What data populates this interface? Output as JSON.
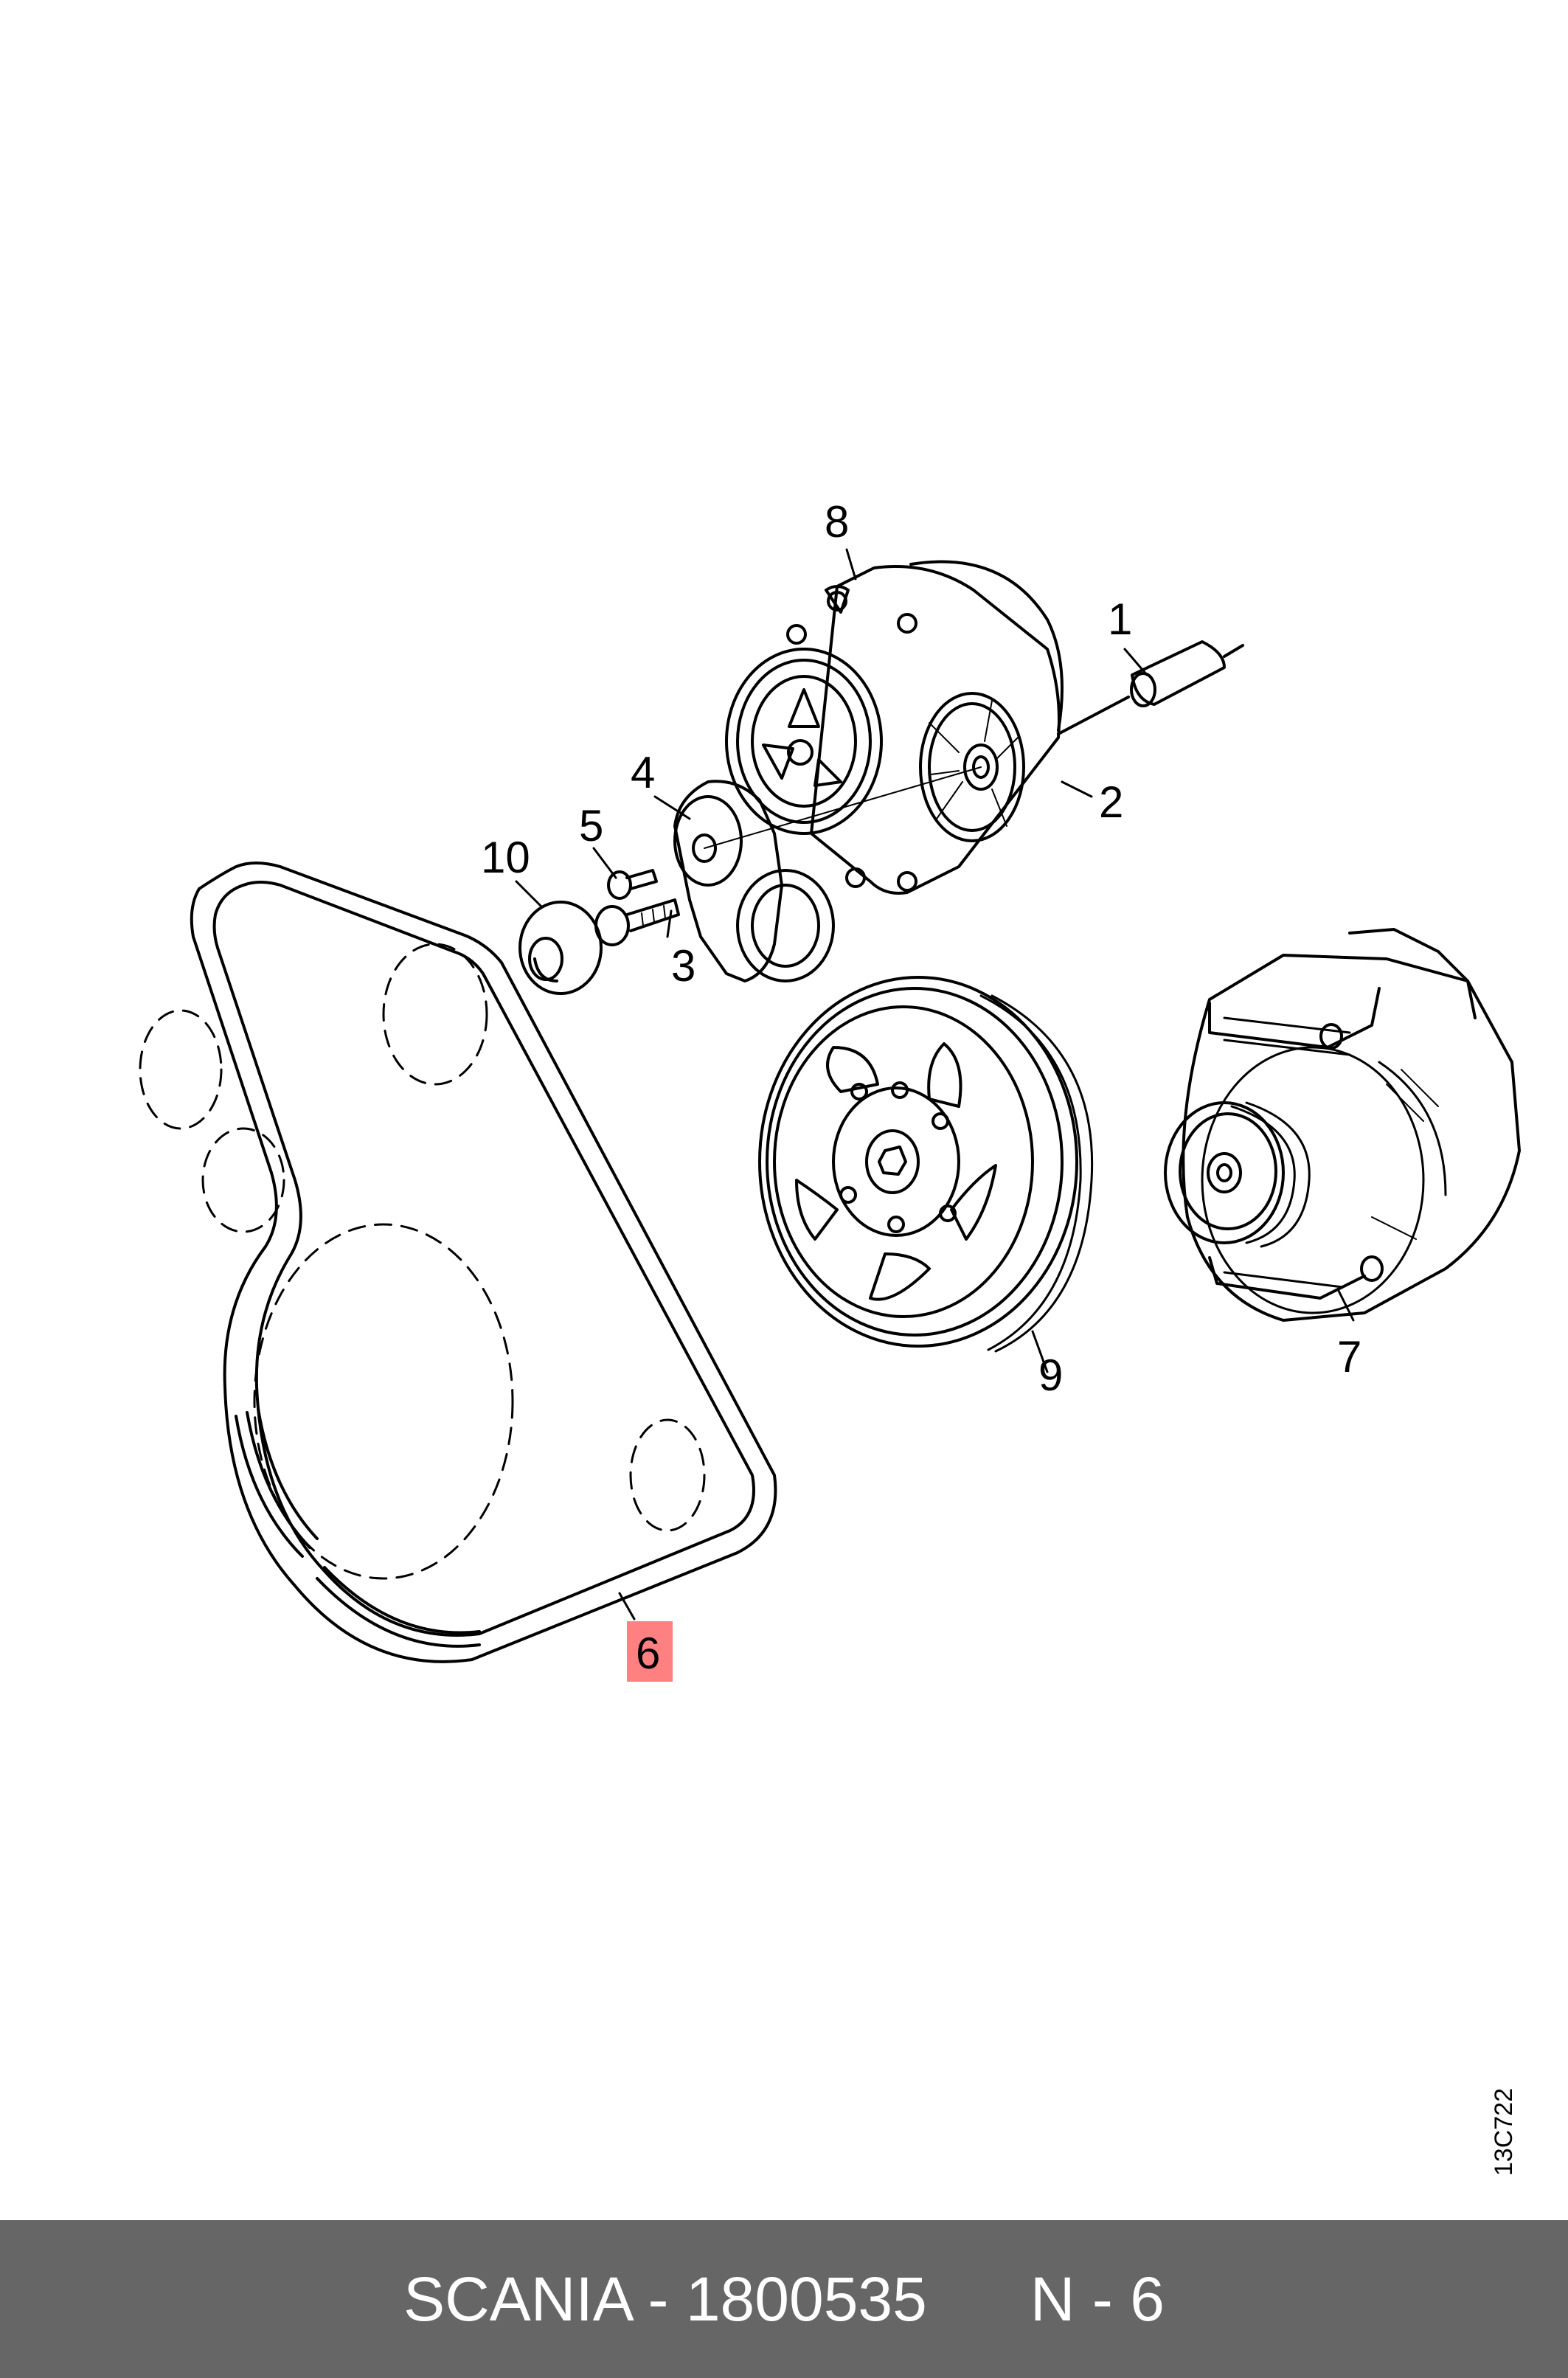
{
  "callouts": {
    "c1": "1",
    "c2": "2",
    "c3": "3",
    "c4": "4",
    "c5": "5",
    "c6": "6",
    "c7": "7",
    "c8": "8",
    "c9": "9",
    "c10": "10"
  },
  "highlighted_callout": "6",
  "highlight_color": "#ff8080",
  "drawing_id": "13C722",
  "footer": {
    "text": "SCANIA - 1800535      N - 6",
    "background": "#666666"
  }
}
